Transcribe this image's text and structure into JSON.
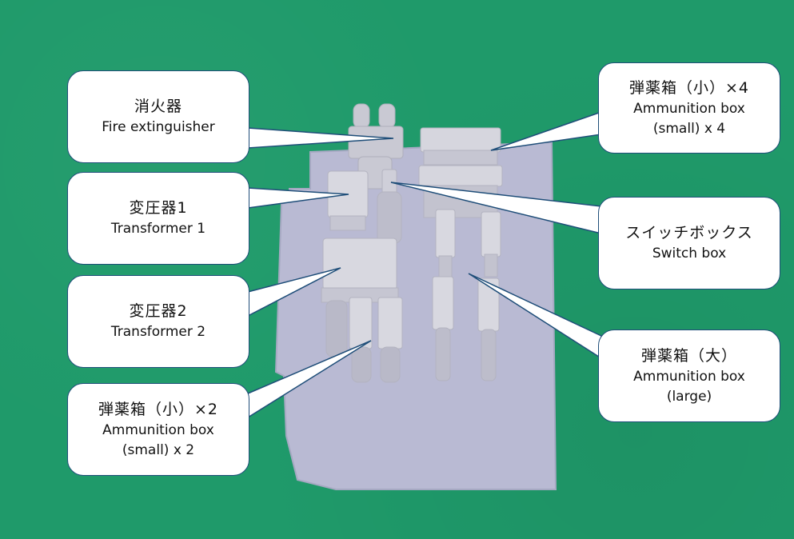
{
  "image": {
    "description": "Photo of grey 3D-printed scale-model parts on a resin base, on a green cutting mat, with labelled callouts",
    "background_color": "#1f9a6a",
    "callout_border_color": "#1f4e79"
  },
  "callouts": [
    {
      "id": "fire-extinguisher",
      "jp": "消火器",
      "en_lines": [
        "Fire extinguisher"
      ]
    },
    {
      "id": "transformer-1",
      "jp": "変圧器1",
      "en_lines": [
        "Transformer 1"
      ]
    },
    {
      "id": "transformer-2",
      "jp": "変圧器2",
      "en_lines": [
        "Transformer 2"
      ]
    },
    {
      "id": "ammo-small-2",
      "jp": "弾薬箱（小）×2",
      "en_lines": [
        "Ammunition box",
        "(small) x 2"
      ]
    },
    {
      "id": "ammo-small-4",
      "jp": "弾薬箱（小）×4",
      "en_lines": [
        "Ammunition box",
        "(small) x 4"
      ]
    },
    {
      "id": "switch-box",
      "jp": "スイッチボックス",
      "en_lines": [
        "Switch box"
      ]
    },
    {
      "id": "ammo-large",
      "jp": "弾薬箱（大）",
      "en_lines": [
        "Ammunition box",
        "(large)"
      ]
    }
  ]
}
